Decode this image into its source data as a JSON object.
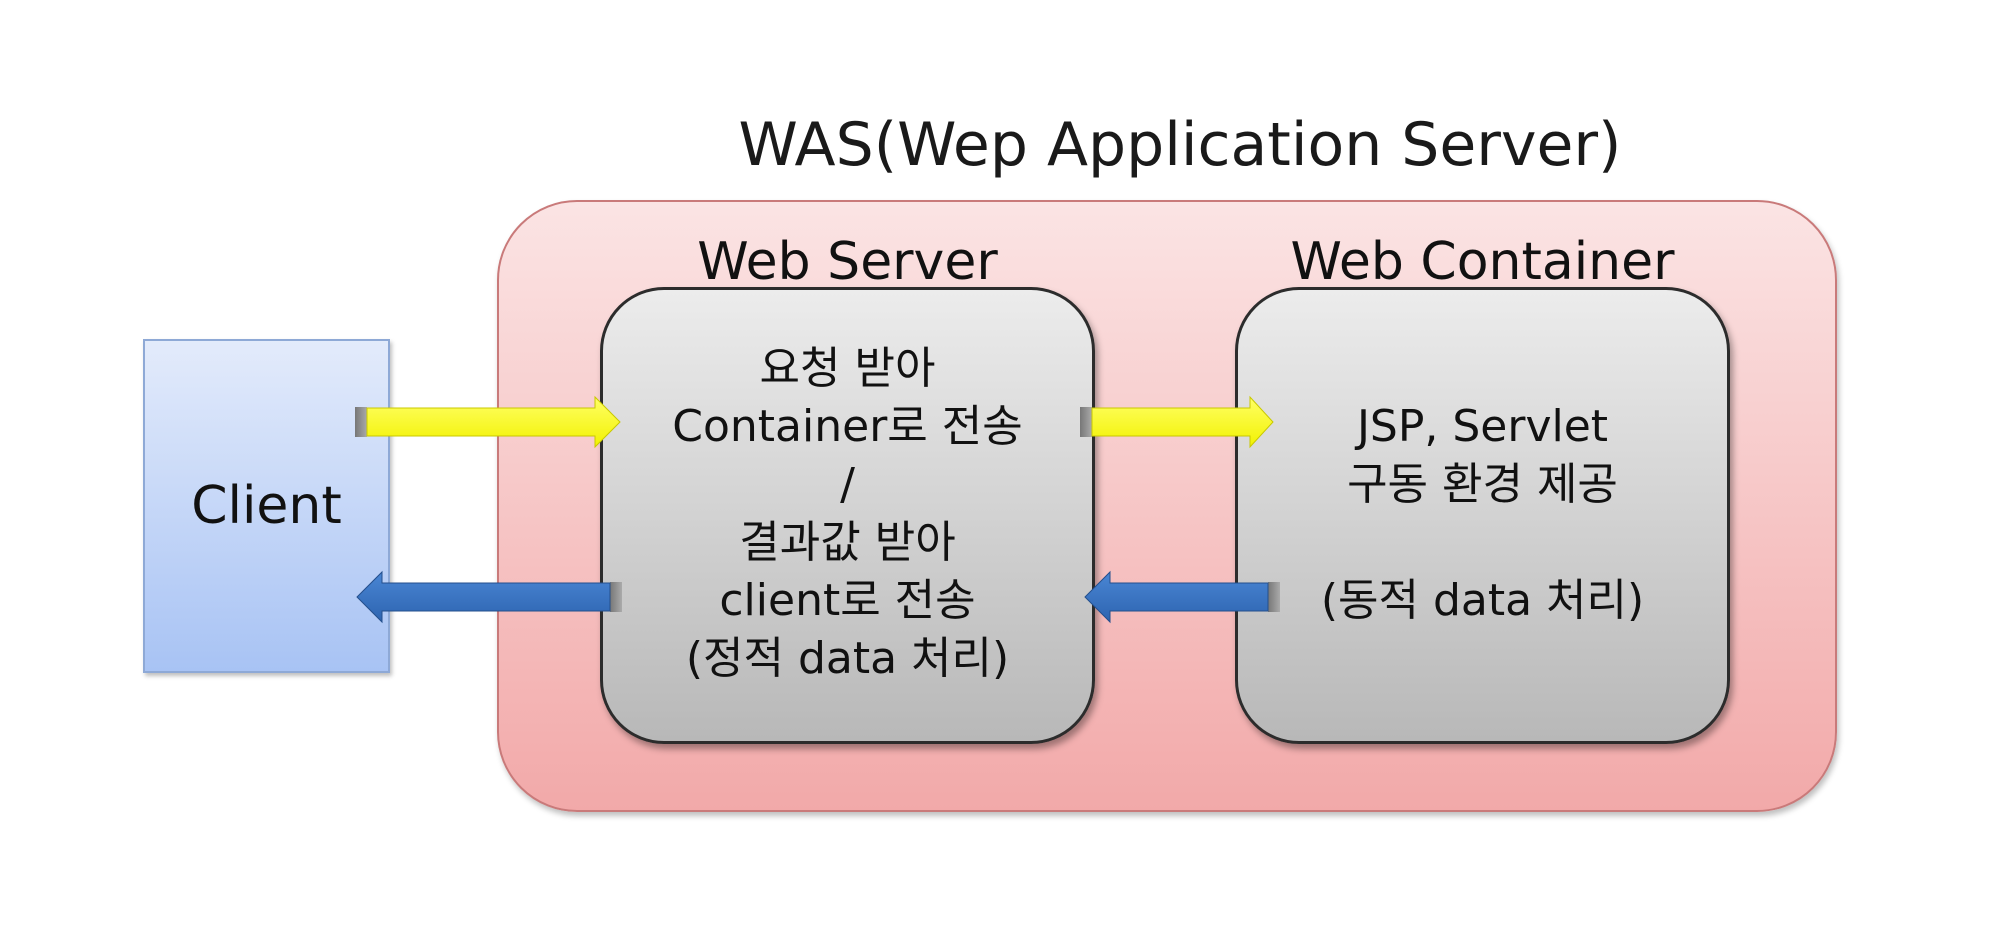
{
  "title": "WAS(Wep Application Server)",
  "client": {
    "label": "Client"
  },
  "web_server": {
    "title": "Web Server",
    "lines": [
      "요청 받아",
      "Container로 전송",
      "/",
      "결과값 받아",
      "client로 전송",
      "(정적 data 처리)"
    ]
  },
  "web_container": {
    "title": "Web Container",
    "lines": [
      "JSP, Servlet",
      "구동 환경 제공",
      "(동적 data 처리)"
    ]
  },
  "colors": {
    "request_arrow": "#ffff33",
    "response_arrow": "#3a75c4"
  }
}
